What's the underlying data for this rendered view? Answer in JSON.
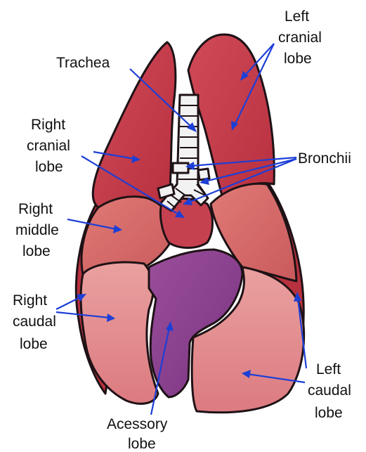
{
  "labels": {
    "trachea": "Trachea",
    "left_cranial": [
      "Left",
      "cranial",
      "lobe"
    ],
    "right_cranial": [
      "Right",
      "cranial",
      "lobe"
    ],
    "bronchii": "Bronchii",
    "right_middle": [
      "Right",
      "middle",
      "lobe"
    ],
    "right_caudal": [
      "Right",
      "caudal",
      "lobe"
    ],
    "left_caudal": [
      "Left",
      "caudal",
      "lobe"
    ],
    "accessory": [
      "Acessory",
      "lobe"
    ]
  },
  "colors": {
    "arrow": "#1d3fd6",
    "outline": "#1e1216",
    "cranial_lobe": "#c9404e",
    "middle_lobe": "#d9706e",
    "caudal_lobe": "#e38a8c",
    "accessory_lobe": "#8a3f8f",
    "trachea": "#f2f2f2"
  }
}
